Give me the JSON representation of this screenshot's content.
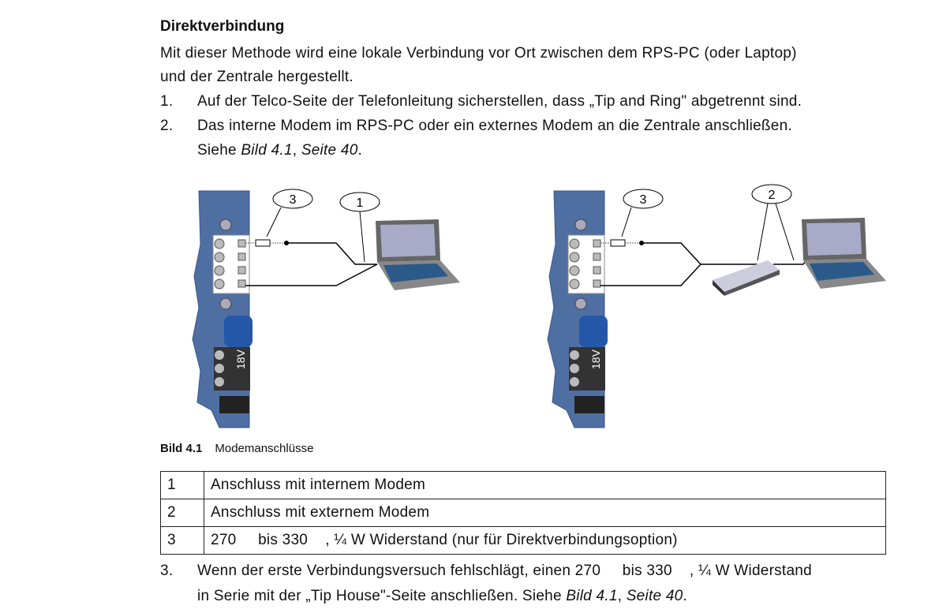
{
  "heading": "Direktverbindung",
  "intro": [
    "Mit dieser Methode wird eine lokale Verbindung vor Ort zwischen dem RPS-PC (oder Laptop)",
    "und der Zentrale hergestellt."
  ],
  "steps": [
    {
      "num": "1.",
      "text": "Auf der Telco-Seite der Telefonleitung sicherstellen, dass „Tip and Ring\" abgetrennt sind."
    },
    {
      "num": "2.",
      "text": "Das interne Modem im RPS-PC oder ein externes Modem an die Zentrale anschließen.",
      "ref_prefix": "Siehe ",
      "ref_fig": "Bild 4.1",
      "ref_sep": ", ",
      "ref_page": "Seite 40",
      "ref_end": "."
    }
  ],
  "diagram": {
    "left_callouts": [
      "3",
      "1"
    ],
    "right_callouts": [
      "3",
      "2"
    ],
    "voltage_label": "18V"
  },
  "caption": {
    "label": "Bild 4.1",
    "text": "Modemanschlüsse"
  },
  "table": [
    {
      "num": "1",
      "text": "Anschluss mit internem Modem"
    },
    {
      "num": "2",
      "text": "Anschluss mit externem Modem"
    },
    {
      "num": "3",
      "text": "270     bis 330    , ¼ W Widerstand (nur für Direktverbindungsoption)"
    }
  ],
  "step3": {
    "num": "3.",
    "line1": "Wenn der erste Verbindungsversuch fehlschlägt, einen 270     bis 330    , ¼ W Widerstand",
    "line2": "in Serie mit der „Tip House\"-Seite anschließen. Siehe ",
    "ref_fig": "Bild 4.1",
    "ref_sep": ", ",
    "ref_page": "Seite 40",
    "ref_end": "."
  }
}
